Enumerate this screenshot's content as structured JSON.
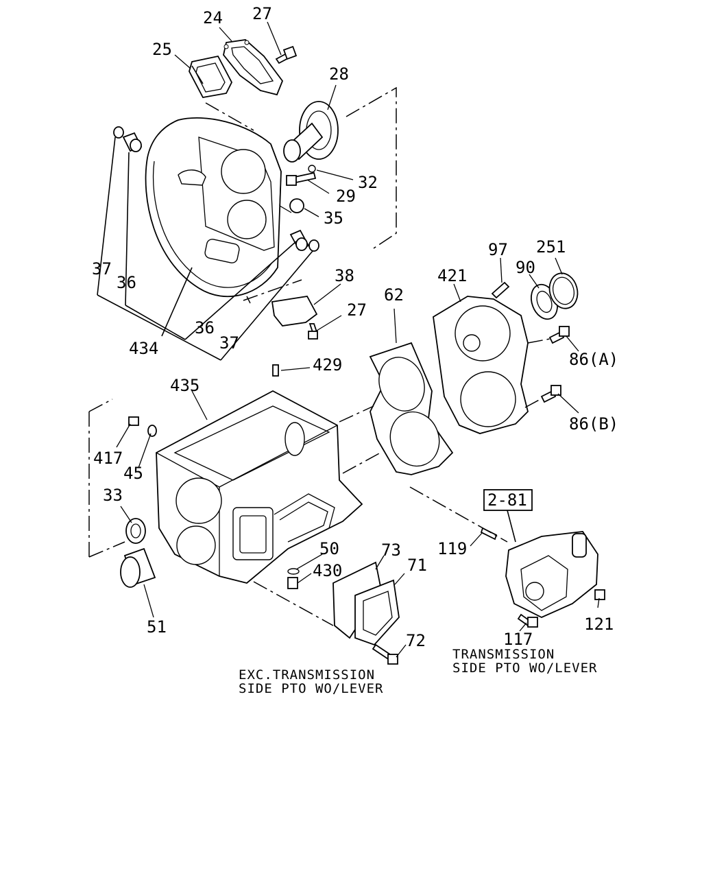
{
  "callouts": {
    "p24": "24",
    "p27a": "27",
    "p25": "25",
    "p28": "28",
    "p32": "32",
    "p29": "29",
    "p35": "35",
    "p37a": "37",
    "p36a": "36",
    "p434": "434",
    "p36b": "36",
    "p37b": "37",
    "p38": "38",
    "p27b": "27",
    "p62": "62",
    "p421": "421",
    "p97": "97",
    "p90": "90",
    "p251": "251",
    "p86a": "86(A)",
    "p86b": "86(B)",
    "p429": "429",
    "p435": "435",
    "p417": "417",
    "p45": "45",
    "p33": "33",
    "p51": "51",
    "p50": "50",
    "p430": "430",
    "p73": "73",
    "p71": "71",
    "p72": "72",
    "p119": "119",
    "p117": "117",
    "p121": "121"
  },
  "reference_box": "2-81",
  "notes": {
    "exc_line1": "EXC.TRANSMISSION",
    "exc_line2": "SIDE PTO WO/LEVER",
    "with_line1": "TRANSMISSION",
    "with_line2": "SIDE PTO WO/LEVER"
  }
}
